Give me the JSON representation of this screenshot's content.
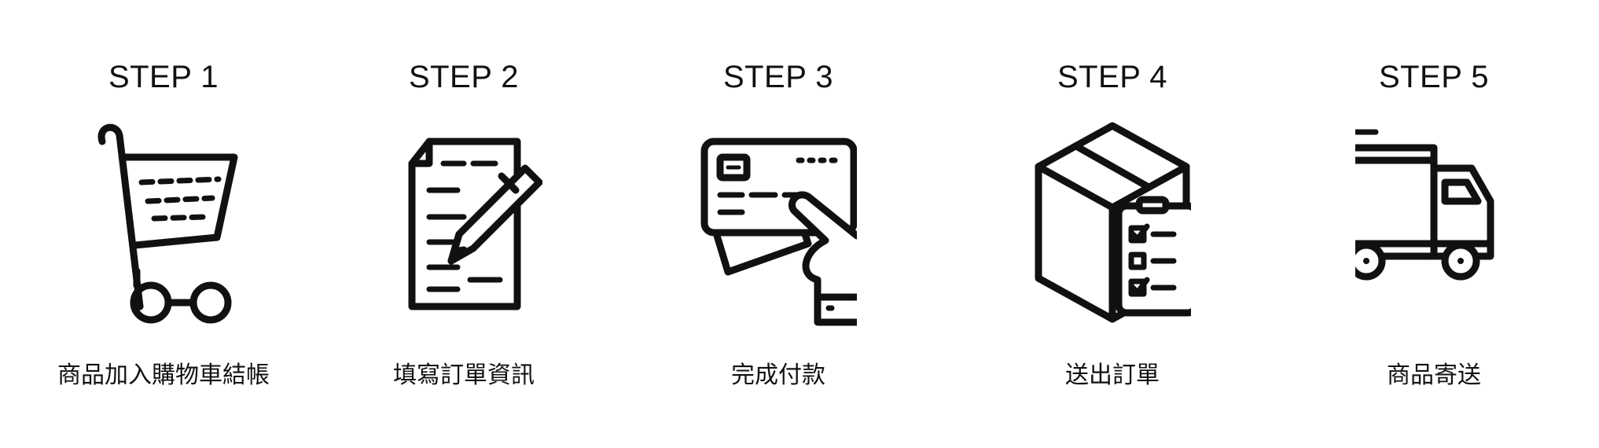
{
  "steps": [
    {
      "title": "STEP 1",
      "description": "商品加入購物車結帳",
      "icon": "shopping-cart-icon"
    },
    {
      "title": "STEP 2",
      "description": "填寫訂單資訊",
      "icon": "document-pencil-icon"
    },
    {
      "title": "STEP 3",
      "description": "完成付款",
      "icon": "hand-credit-card-icon"
    },
    {
      "title": "STEP 4",
      "description": "送出訂單",
      "icon": "box-clipboard-icon"
    },
    {
      "title": "STEP 5",
      "description": "商品寄送",
      "icon": "delivery-truck-icon"
    }
  ],
  "colors": {
    "icon_stroke": "#111111",
    "text": "#111111",
    "background": "#ffffff"
  }
}
